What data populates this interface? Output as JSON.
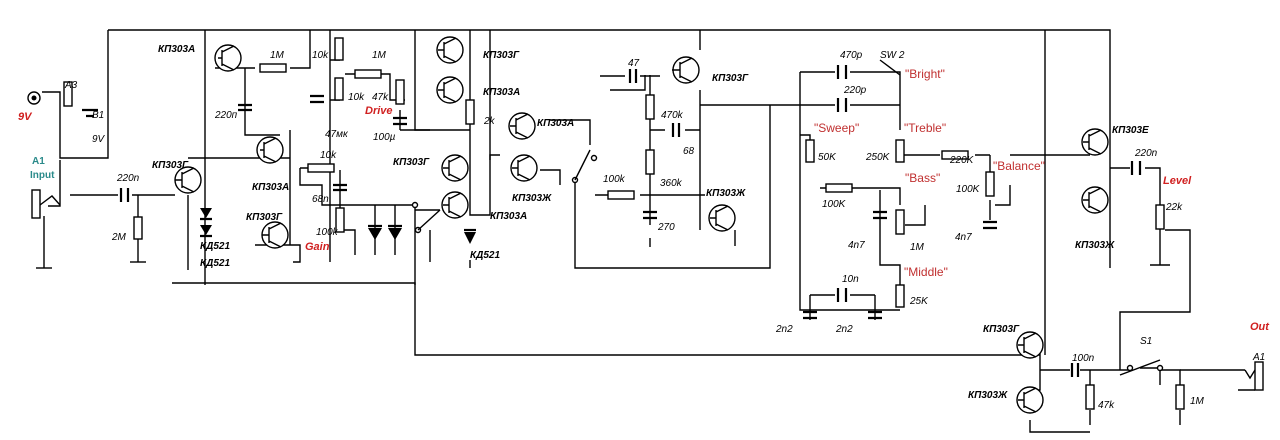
{
  "labels": {
    "input": {
      "name": "A1",
      "sub": "Input"
    },
    "battery": {
      "name": "9V",
      "sw": "A3",
      "b": "B1",
      "v": "9V"
    },
    "output": {
      "name": "Out",
      "jack": "A1",
      "s1": "S1"
    },
    "controls": {
      "drive": "Drive",
      "gain": "Gain",
      "level": "Level"
    },
    "switch2": "SW 2",
    "tone": {
      "bright": "\"Bright\"",
      "treble": "\"Treble\"",
      "sweep": "\"Sweep\"",
      "bass": "\"Bass\"",
      "middle": "\"Middle\"",
      "balance": "\"Balance\""
    },
    "transistors": {
      "q1": "КП303А",
      "q2": "КП303Г",
      "q3": "КП303А",
      "q4": "КП303Г",
      "q5": "КП303Г",
      "q6": "КП303А",
      "q7": "КП303А",
      "q8": "КП303Ж",
      "q9": "КП303Г",
      "q10": "КП303А",
      "q11": "КП303Г",
      "q12": "КП303Ж",
      "q13": "КП303Е",
      "q14": "КП303Ж",
      "q15": "КП303Г",
      "q16": "КП303Ж"
    },
    "diodes": {
      "d1": "КД521",
      "d2": "КД521",
      "d3": "КД521"
    },
    "values": {
      "c_in": "220n",
      "r_in": "2M",
      "r_1m_a": "1M",
      "c_220p": "220п",
      "r_10k_a": "10k",
      "r_1m_b": "1M",
      "r_10k_b": "10k",
      "pot_47k": "47k",
      "c_47u": "47мк",
      "c_100u": "100µ",
      "r_2k": "2k",
      "r_10k_c": "10k",
      "c_68n": "68n",
      "pot_100k": "100k",
      "c_47": "47",
      "r_470k": "470k",
      "c_68": "68",
      "r_360k": "360k",
      "r_100k_a": "100k",
      "c_270": "270",
      "c_470p": "470p",
      "c_220p_b": "220p",
      "pot_50k": "50K",
      "pot_250k": "250K",
      "r_220k": "220K",
      "r_100k_b": "100K",
      "c_4n7_a": "4n7",
      "pot_1m": "1M",
      "c_10n": "10n",
      "pot_25k": "25K",
      "c_2n2_a": "2n2",
      "c_2n2_b": "2n2",
      "pot_100k_bal": "100K",
      "c_4n7_b": "4n7",
      "c_220n_out": "220n",
      "pot_22k": "22k",
      "c_100n": "100n",
      "r_47k": "47k",
      "r_1m_out": "1M"
    }
  },
  "colors": {
    "wire": "#000000",
    "control_label": "#d02020",
    "tone_label": "#c03030",
    "input_label": "#2a8a8a",
    "background": "#ffffff"
  }
}
